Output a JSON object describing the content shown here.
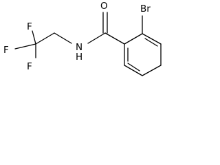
{
  "molecule": {
    "atoms": {
      "oxygen": "O",
      "bromine": "Br",
      "nitrogen_hydrogen": "N\nH",
      "fluorine_top": "F",
      "fluorine_left": "F",
      "fluorine_bottom": "F"
    },
    "colors": {
      "bond": "#000000",
      "label": "#000000",
      "background": "#ffffff"
    }
  }
}
